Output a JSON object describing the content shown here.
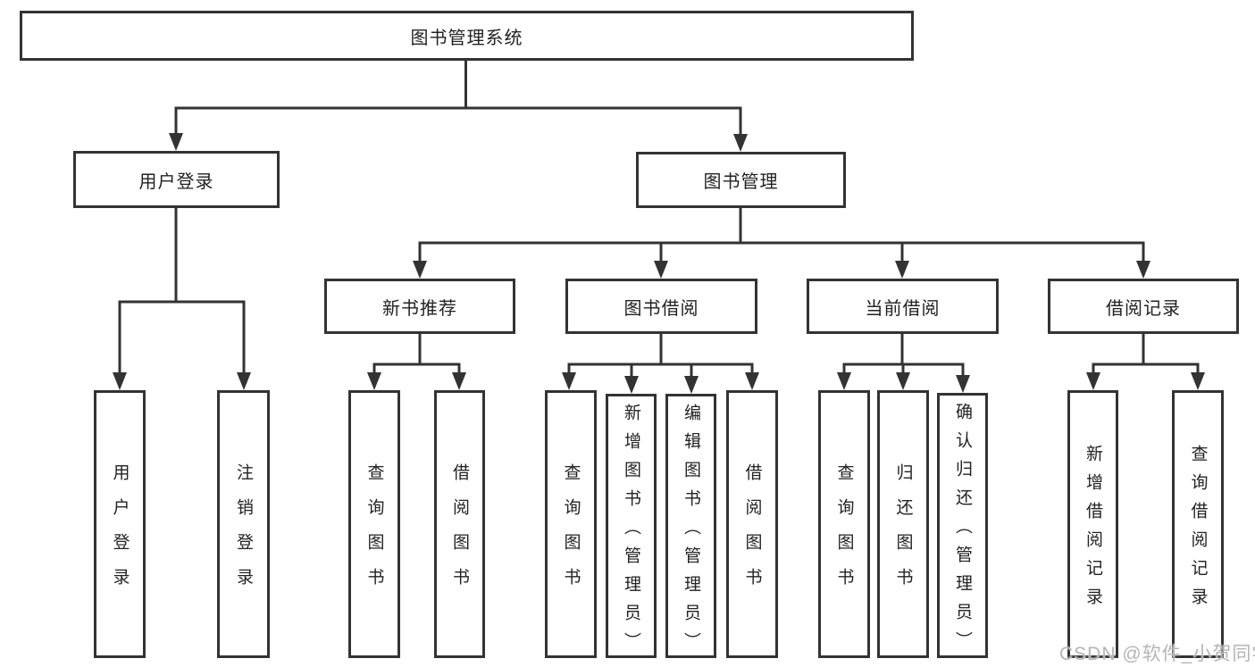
{
  "diagram": {
    "title": "图书管理系统",
    "branches": {
      "user_login": {
        "label": "用户登录",
        "children": [
          {
            "label": "用户登录"
          },
          {
            "label": "注销登录"
          }
        ]
      },
      "book_mgmt": {
        "label": "图书管理",
        "groups": [
          {
            "label": "新书推荐",
            "children": [
              {
                "label": "查询图书"
              },
              {
                "label": "借阅图书"
              }
            ]
          },
          {
            "label": "图书借阅",
            "children": [
              {
                "label": "查询图书"
              },
              {
                "label": "新增图书（管理员）"
              },
              {
                "label": "编辑图书（管理员）"
              },
              {
                "label": "借阅图书"
              }
            ]
          },
          {
            "label": "当前借阅",
            "children": [
              {
                "label": "查询图书"
              },
              {
                "label": "归还图书"
              },
              {
                "label": "确认归还（管理员）"
              }
            ]
          },
          {
            "label": "借阅记录",
            "children": [
              {
                "label": "新增借阅记录"
              },
              {
                "label": "查询借阅记录"
              }
            ]
          }
        ]
      }
    }
  },
  "watermark": "CSDN @软件_小贺同学",
  "colors": {
    "line": "#333333",
    "text": "#222222",
    "watermark": "#b5b5b5"
  }
}
